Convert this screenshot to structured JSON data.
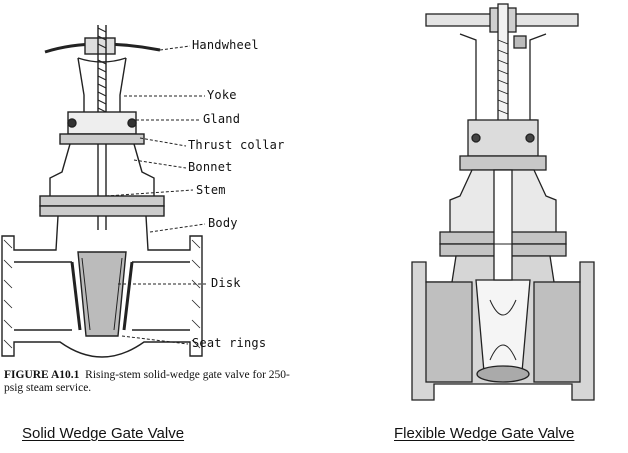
{
  "left_diagram": {
    "callouts": [
      "Handwheel",
      "Yoke",
      "Gland",
      "Thrust collar",
      "Bonnet",
      "Stem",
      "Body",
      "Disk",
      "Seat rings"
    ],
    "figure_label": "FIGURE A10.1",
    "figure_text": "Rising-stem solid-wedge gate valve for 250-psig steam service."
  },
  "captions": {
    "left": "Solid Wedge Gate Valve",
    "right": "Flexible Wedge Gate Valve"
  }
}
